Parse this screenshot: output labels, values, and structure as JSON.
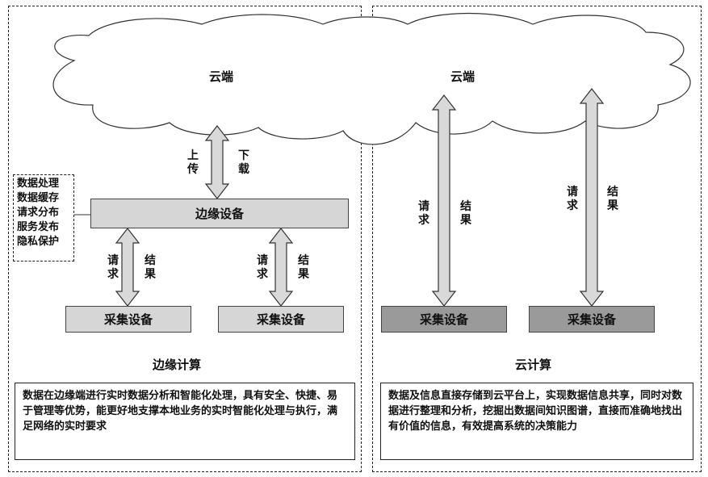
{
  "left_panel": {
    "cloud_label": "云端",
    "upload_label": "上传",
    "download_label": "下载",
    "functions": [
      "数据处理",
      "数据缓存",
      "请求分布",
      "服务发布",
      "隐私保护"
    ],
    "edge_device_label": "边缘设备",
    "request_label": "请求",
    "result_label": "结果",
    "collect_device_label": "采集设备",
    "title": "边缘计算",
    "description": "数据在边缘端进行实时数据分析和智能化处理，具有安全、快捷、易于管理等优势，能更好地支撑本地业务的实时智能化处理与执行，满足网络的实时要求"
  },
  "right_panel": {
    "cloud_label": "云端",
    "request_label": "请求",
    "result_label": "结果",
    "collect_device_label": "采集设备",
    "title": "云计算",
    "description": "数据及信息直接存储到云平台上，实现数据信息共享，同时对数据进行整理和分析，挖掘出数据间知识图谱，直接而准确地找出有价值的信息，有效提高系统的决策能力"
  },
  "colors": {
    "arrow_fill": "#d9d9d9",
    "edge_box_fill": "#d6d6d6",
    "cloud_collect_fill": "#9a9a9a",
    "outline": "#333333"
  }
}
